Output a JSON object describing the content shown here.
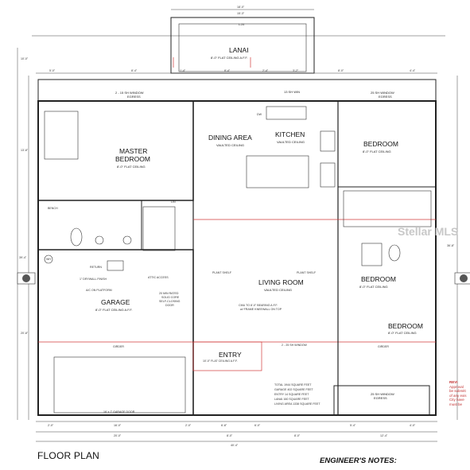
{
  "plan": {
    "rooms": {
      "lanai": {
        "name": "LANAI",
        "note": "8'-0\" FLAT CEILING A.F.F."
      },
      "master": {
        "name_line1": "MASTER",
        "name_line2": "BEDROOM",
        "note": "8'-0\" FLAT CEILING"
      },
      "dining": {
        "name": "DINING AREA",
        "note": "VAULTED CEILING"
      },
      "kitchen": {
        "name": "KITCHEN",
        "note": "VAULTED CEILING"
      },
      "bedroom_right": {
        "name": "BEDROOM",
        "note": "8'-0\" FLAT CEILING"
      },
      "bedroom_mid": {
        "name": "BEDROOM",
        "note": "8'-0\" FLAT CEILING"
      },
      "bedroom_low": {
        "name": "BEDROOM",
        "note": "8'-0\" FLAT CEILING"
      },
      "living": {
        "name": "LIVING ROOM",
        "note": "VAULTED CEILING"
      },
      "garage": {
        "name": "GARAGE",
        "note": "8'-0\" FLAT CEILING A.F.F."
      },
      "entry": {
        "name": "ENTRY",
        "note": "10'-0\" FLAT CEILING A.F.F."
      }
    },
    "labels": {
      "window_master": "2 - 15 SH WINDOW",
      "window_master_2": "EGRESS",
      "window_kitchen": "13 SH WIN",
      "window_bed": "25 SH WINDOW",
      "window_bed_2": "EGRESS",
      "window_entry": "2 - 25 SH WINDOW",
      "window_bottom": "25 SH WINDOW",
      "window_bottom_2": "EGRESS",
      "plant_shelf_left": "PLANT SHELF",
      "plant_shelf_right": "PLANT SHELF",
      "bearing": "CMU TO 8'-0\" BEARING A.F.F.",
      "bearing_2": "w/ FRAME KNEEWALL ON TOP",
      "fire_door": "20 MIN RATED",
      "fire_door_2": "SOLID CORE",
      "fire_door_3": "SELF-CLOSING",
      "fire_door_4": "DOOR",
      "drywall": "1\" DRYWALL FINISH",
      "ac": "A/C ON PLATFORM",
      "return": "RETURN",
      "attic": "ATTIC ACCESS",
      "garage_door": "16' x 7' GARAGE DOOR",
      "bench": "BENCH",
      "girder_left": "GIRDER",
      "girder_right": "GIRDER",
      "wh": "WH",
      "dw": "DW",
      "lin": "LIN"
    },
    "totals": [
      "TOTAL 1944 SQUARE FEET",
      "GARAGE 402 SQUARE FEET",
      "ENTRY 14 SQUARE FEET",
      "LANAI 160 SQUARE FEET",
      "LIVING AREA 1338 SQUARE FEET"
    ],
    "dims": {
      "top_total": "18'-0\"",
      "top_sub": "15'-3\"",
      "lanai_w": "L-24",
      "bottom_total": "40'-4\"",
      "b1": "20'-0\"",
      "b2": "8'-0\"",
      "b3": "8'-0\"",
      "b4": "12'-4\"",
      "g1": "2'-0\"",
      "g2": "16'-0\"",
      "g3": "2'-0\"",
      "g4": "6'-8\"",
      "g5": "6'-0\"",
      "g6": "5'-4\"",
      "g7": "4'-0\"",
      "r1": "5'-0\"",
      "r2": "8'-4\"",
      "r3": "1'-4\"",
      "r4": "8'-4\"",
      "r5": "2'-4\"",
      "r6": "3'-2\"",
      "r7": "8'-0\"",
      "r8": "4'-4\"",
      "left_total": "39'-4\"",
      "right_total": "36'-8\"",
      "lh1": "10'-0\"",
      "lh2": "13'-8\"",
      "lh3": "20'-8\""
    },
    "footer": {
      "title": "FLOOR PLAN",
      "notes": "ENGINEER'S NOTES:"
    },
    "watermark": "Stellar MLS",
    "review_note": [
      "REVI",
      "Approval",
      "be submitt",
      "of any exis",
      "City have",
      "must be"
    ]
  }
}
